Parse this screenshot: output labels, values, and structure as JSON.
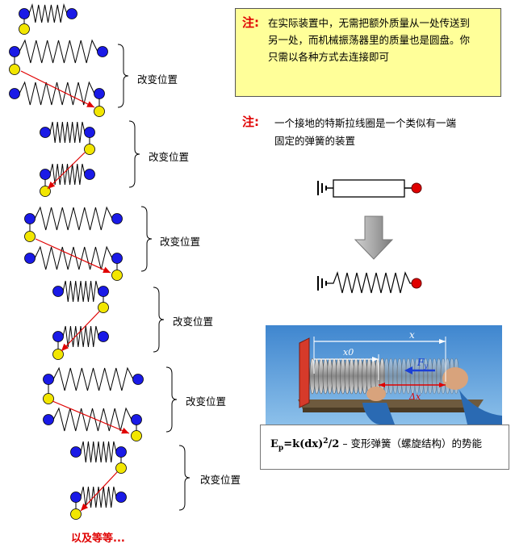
{
  "notes": {
    "note1_label": "注:",
    "note1_lines": [
      "在实际装置中，无需把额外质量从一处传送到",
      "另一处，而机械振荡器里的质量也是圆盘。你",
      "只需以各种方式去连接即可"
    ],
    "note2_label": "注:",
    "note2_lines": [
      "一个接地的特斯拉线圈是一个类似有一端",
      "固定的弹簧的装置"
    ]
  },
  "brace_label": "改变位置",
  "footer": "以及等等...",
  "photo_labels": {
    "x": "x",
    "x0": "x0",
    "fy": "F",
    "fy_sub": "y",
    "dx": "Δx"
  },
  "formula": {
    "lhs": "E",
    "lhs_sub": "p",
    "expr": "=k(dx)",
    "exp": "2",
    "rest": "/2",
    "dash": "–",
    "desc": "变形弹簧（螺旋结构）的势能"
  },
  "colors": {
    "blue_ball": "#1a1ae6",
    "yellow_ball": "#f2e600",
    "arrow": "#e00000",
    "note_bg": "#ffff99",
    "terminal": "#e00000"
  }
}
